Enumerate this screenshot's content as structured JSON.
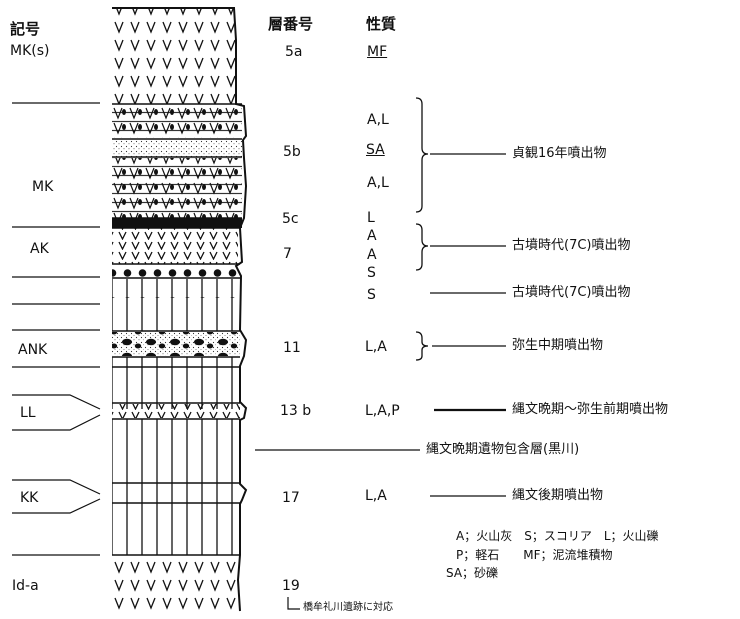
{
  "headers": {
    "symbol": "記号",
    "layer": "層番号",
    "property": "性質"
  },
  "symbols": {
    "mks": [
      "記号",
      "MK(s)"
    ],
    "mk": "MK",
    "ak": "AK",
    "ank": "ANK",
    "ll": "LL",
    "kk": "KK",
    "ida": "Id-a"
  },
  "layers": {
    "l5a": "5a",
    "l5b": "5b",
    "l5c": "5c",
    "l7": "7",
    "l11": "11",
    "l13b": "13 b",
    "l17": "17",
    "l19": "19"
  },
  "properties": {
    "mf": "MF",
    "al1": "A,L",
    "sa": "SA",
    "al2": "A,L",
    "l": "L",
    "a1": "A",
    "a2": "A",
    "s1": "S",
    "s2": "S",
    "la11": "L,A",
    "lap": "L,A,P",
    "la17": "L,A"
  },
  "descriptions": {
    "jogan": "貞観16年噴出物",
    "kofun1": "古墳時代(7C)噴出物",
    "kofun2": "古墳時代(7C)噴出物",
    "yayoi": "弥生中期噴出物",
    "jomon_yayoi": "縄文晩期～弥生前期噴出物",
    "jomon_layer": "縄文晩期遺物包含層(黒川)",
    "jomon_late": "縄文後期噴出物"
  },
  "legend": {
    "line1": "A；火山灰　S；スコリア　L；火山礫",
    "line2": "P；軽石　　MF；泥流堆積物",
    "line3": "SA；砂礫"
  },
  "note": "橋牟礼川遺跡に対応"
}
